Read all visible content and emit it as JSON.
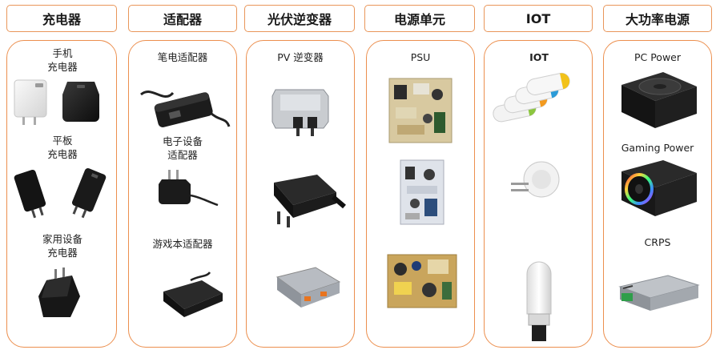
{
  "columns": [
    {
      "header": "充电器",
      "items": [
        {
          "label_lines": [
            "手机",
            "充电器"
          ]
        },
        {
          "label_lines": [
            "平板",
            "充电器"
          ]
        },
        {
          "label_lines": [
            "家用设备",
            "充电器"
          ]
        }
      ]
    },
    {
      "header": "适配器",
      "items": [
        {
          "label_lines": [
            "笔电适配器"
          ]
        },
        {
          "label_lines": [
            "电子设备",
            "适配器"
          ]
        },
        {
          "label_lines": [
            "游戏本适配器"
          ]
        }
      ]
    },
    {
      "header": "光伏逆变器",
      "items": [
        {
          "label_lines": [
            "PV 逆变器"
          ]
        }
      ]
    },
    {
      "header": "电源单元",
      "items": [
        {
          "label_lines": [
            "PSU"
          ]
        }
      ]
    },
    {
      "header": "IOT",
      "items": [
        {
          "label_lines": [
            "IOT"
          ]
        }
      ]
    },
    {
      "header": "大功率电源",
      "items": [
        {
          "label_lines": [
            "PC Power"
          ]
        },
        {
          "label_lines": [
            "Gaming Power"
          ]
        },
        {
          "label_lines": [
            "CRPS"
          ]
        }
      ]
    }
  ],
  "colors": {
    "accent_border": "#ec8f4e",
    "iot_green": "#8cc63f",
    "iot_orange": "#f39a1e",
    "iot_blue": "#2a9bd8",
    "iot_yellow": "#f2c21a"
  }
}
